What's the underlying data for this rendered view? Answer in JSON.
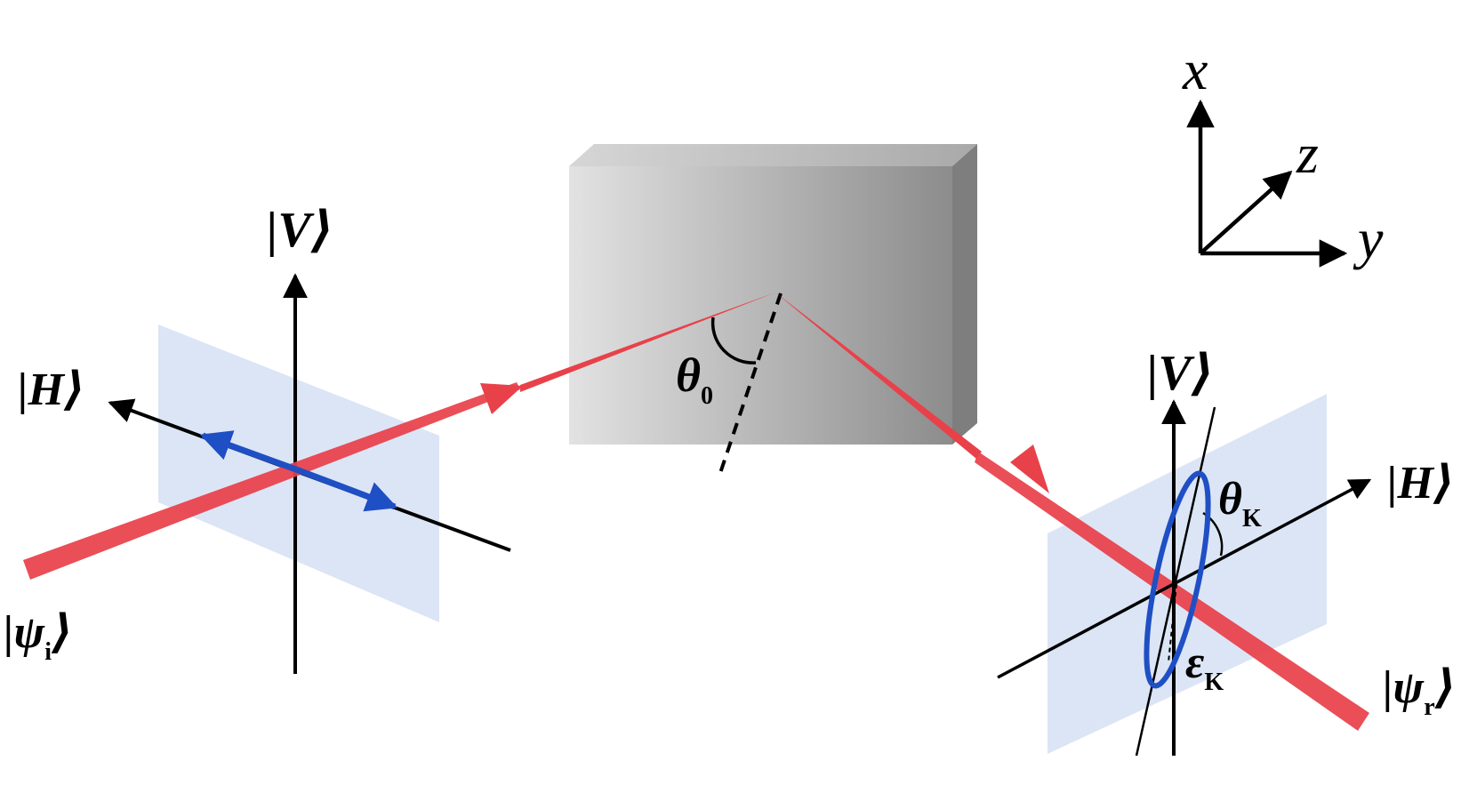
{
  "labels": {
    "left_V": "|V⟩",
    "left_H": "|H⟩",
    "psi_i": "|ψi⟩",
    "theta_0": "θ0",
    "right_V": "|V⟩",
    "right_H": "|H⟩",
    "theta_K": "θK",
    "epsilon_K": "εK",
    "psi_r": "|ψr⟩"
  },
  "axes": {
    "x": "x",
    "y": "y",
    "z": "z"
  },
  "colors": {
    "beam": "#e8414a",
    "polarization": "#1f4fc4",
    "plane": "#dce5f5",
    "sample_light": "#e6e6e6",
    "sample_dark": "#8a8a8a"
  }
}
